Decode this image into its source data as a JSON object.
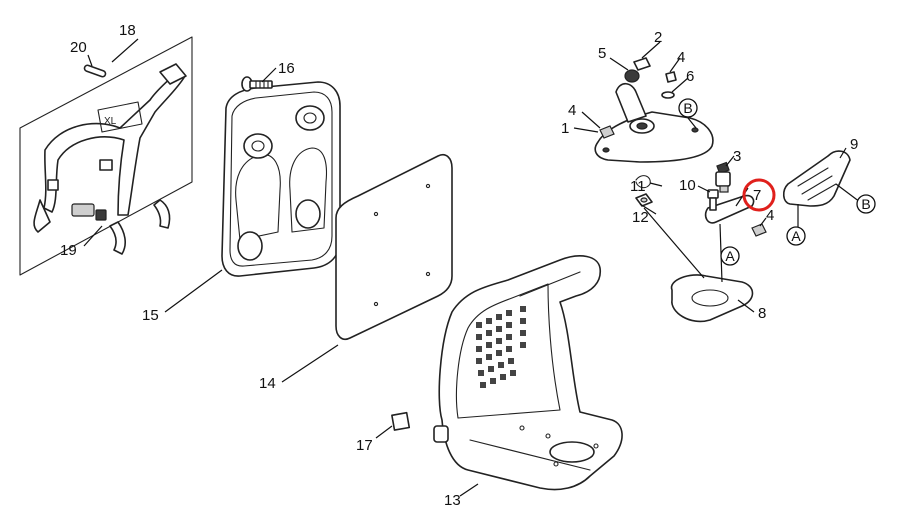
{
  "diagram": {
    "callouts": {
      "c2": "2",
      "c3": "3",
      "c4a": "4",
      "c4b": "4",
      "c4c": "4",
      "c5": "5",
      "c6": "6",
      "c7": "7",
      "c8": "8",
      "c9": "9",
      "c10": "10",
      "c11": "11",
      "c12": "12",
      "c13": "13",
      "c14": "14",
      "c15": "15",
      "c16": "16",
      "c17": "17",
      "c18": "18",
      "c19": "19",
      "c20": "20",
      "c1": "1"
    },
    "markers": {
      "b_top": "B",
      "b_right": "B",
      "a_mid": "A",
      "a_right": "A"
    },
    "highlight_color": "#e0201c"
  }
}
